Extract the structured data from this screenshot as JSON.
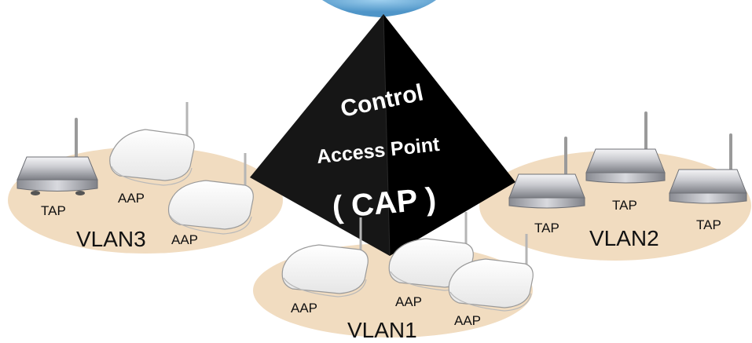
{
  "pyramid": {
    "line1": "Control",
    "line2": "Access Point",
    "line3": "( CAP )"
  },
  "vlans": [
    {
      "name": "VLAN3",
      "devices": [
        {
          "type": "TAP",
          "label": "TAP"
        },
        {
          "type": "AAP",
          "label": "AAP"
        },
        {
          "type": "AAP",
          "label": "AAP"
        }
      ]
    },
    {
      "name": "VLAN1",
      "devices": [
        {
          "type": "AAP",
          "label": "AAP"
        },
        {
          "type": "AAP",
          "label": "AAP"
        },
        {
          "type": "AAP",
          "label": "AAP"
        }
      ]
    },
    {
      "name": "VLAN2",
      "devices": [
        {
          "type": "TAP",
          "label": "TAP"
        },
        {
          "type": "TAP",
          "label": "TAP"
        },
        {
          "type": "TAP",
          "label": "TAP"
        }
      ]
    }
  ],
  "colors": {
    "ellipse": "#f1dcc0",
    "pyramid_left": "#141414",
    "pyramid_right": "#000000",
    "sky": "#7ab6de"
  }
}
